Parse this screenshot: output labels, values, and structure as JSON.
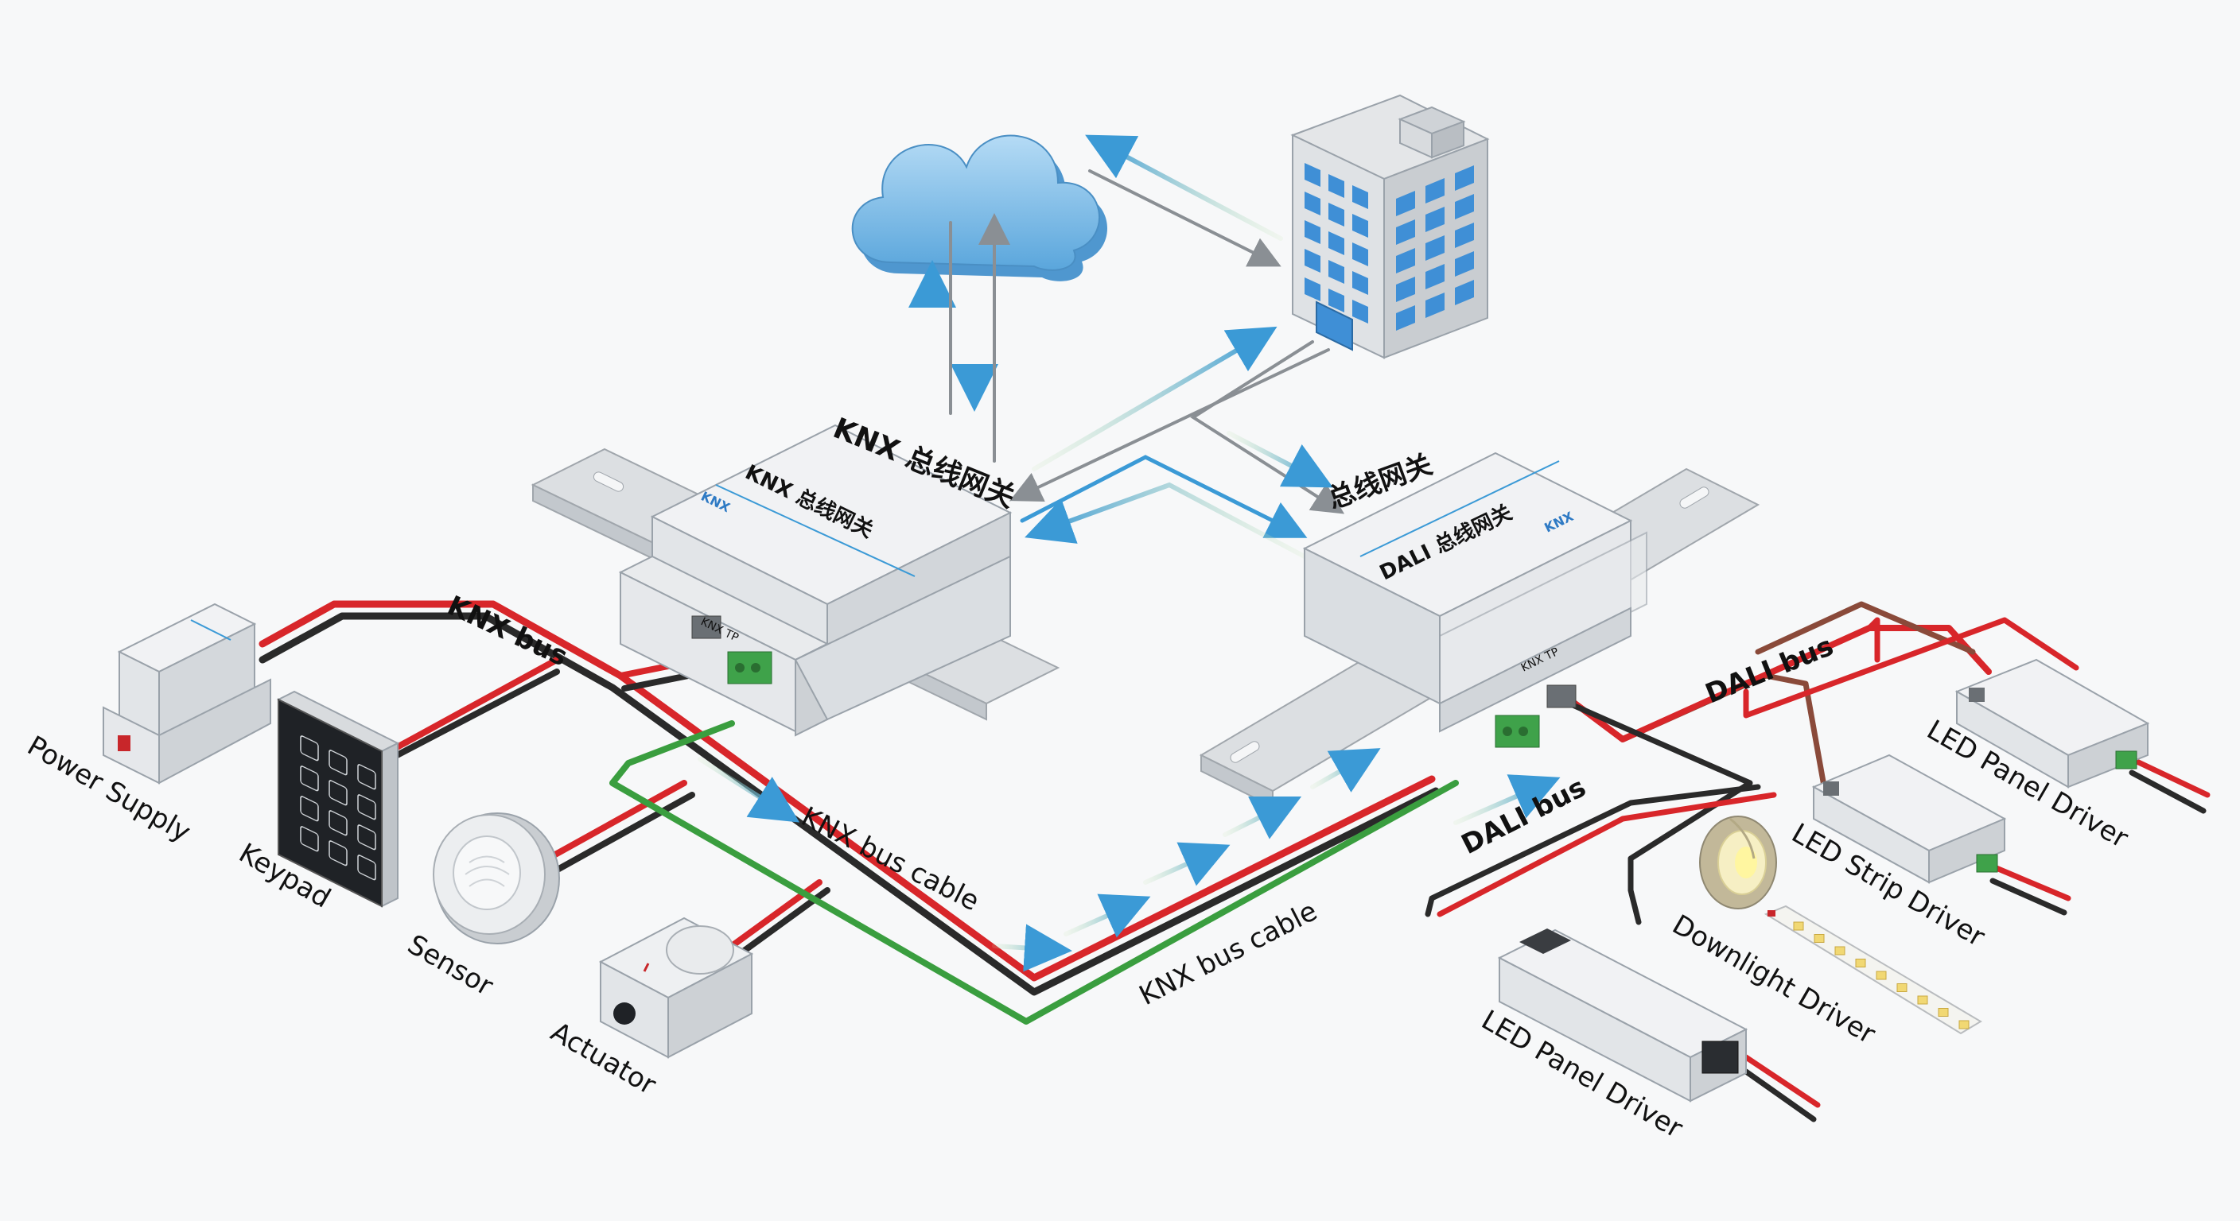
{
  "labels": {
    "knx_gateway_title": "KNX 总线网关",
    "knx_gateway_face": "KNX 总线网关",
    "dali_gateway_title": "总线网关",
    "dali_gateway_face": "DALI 总线网关",
    "knx_bus": "KNX bus",
    "knx_bus_cable_upper": "KNX bus cable",
    "knx_bus_cable_lower": "KNX bus cable",
    "dali_bus_upper": "DALI bus",
    "dali_bus_lower": "DALI bus",
    "port_knx_tp_left": "KNX TP",
    "port_knx_tp_right": "KNX TP",
    "logo_knx": "KNX"
  },
  "devices": {
    "power_supply": "Power Supply",
    "keypad": "Keypad",
    "sensor": "Sensor",
    "actuator": "Actuator",
    "led_panel_driver_top": "LED Panel Driver",
    "led_strip_driver": "LED Strip  Driver",
    "downlight_driver": "Downlight Driver",
    "led_panel_driver_bottom": "LED Panel Driver"
  },
  "colors": {
    "cable_red": "#d8262a",
    "cable_black": "#2a2a2a",
    "cable_green": "#3a9e3f",
    "arrow_blue": "#3b9ad6",
    "arrow_gray": "#8a8f94",
    "device_body": "#eef0f2",
    "device_edge": "#9aa2aa",
    "cloud": "#8cc3ea",
    "building_window": "#3f8fd6"
  }
}
